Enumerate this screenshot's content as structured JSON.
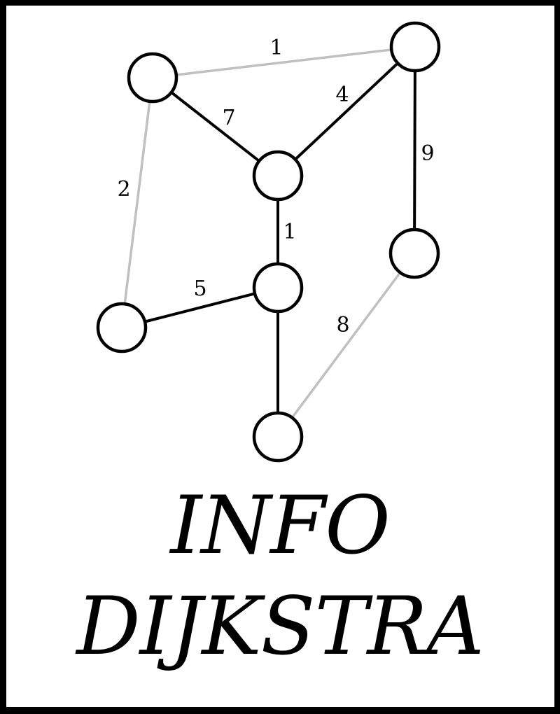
{
  "title": {
    "line1": "INFO",
    "line2": "DIJKSTRA"
  },
  "colors": {
    "frame": "#000000",
    "node_stroke": "#000000",
    "node_fill": "#ffffff",
    "edge_dark": "#000000",
    "edge_light": "#c0c0c0"
  },
  "graph": {
    "nodes": [
      {
        "id": "A"
      },
      {
        "id": "B"
      },
      {
        "id": "C"
      },
      {
        "id": "D"
      },
      {
        "id": "E"
      },
      {
        "id": "F"
      },
      {
        "id": "G"
      },
      {
        "id": "H"
      }
    ],
    "edges": [
      {
        "id": "A-B",
        "from": "A",
        "to": "B",
        "weight": "1",
        "style": "light"
      },
      {
        "id": "A-C",
        "from": "A",
        "to": "C",
        "weight": "7",
        "style": "dark"
      },
      {
        "id": "B-C",
        "from": "B",
        "to": "C",
        "weight": "4",
        "style": "dark"
      },
      {
        "id": "B-D",
        "from": "B",
        "to": "D",
        "weight": "9",
        "style": "dark"
      },
      {
        "id": "A-F",
        "from": "A",
        "to": "F",
        "weight": "2",
        "style": "light"
      },
      {
        "id": "C-E",
        "from": "C",
        "to": "E",
        "weight": "1",
        "style": "dark"
      },
      {
        "id": "F-E",
        "from": "F",
        "to": "E",
        "weight": "5",
        "style": "dark"
      },
      {
        "id": "D-G",
        "from": "D",
        "to": "G",
        "weight": "8",
        "style": "light"
      },
      {
        "id": "E-G",
        "from": "E",
        "to": "G",
        "weight": "",
        "style": "dark"
      }
    ]
  }
}
